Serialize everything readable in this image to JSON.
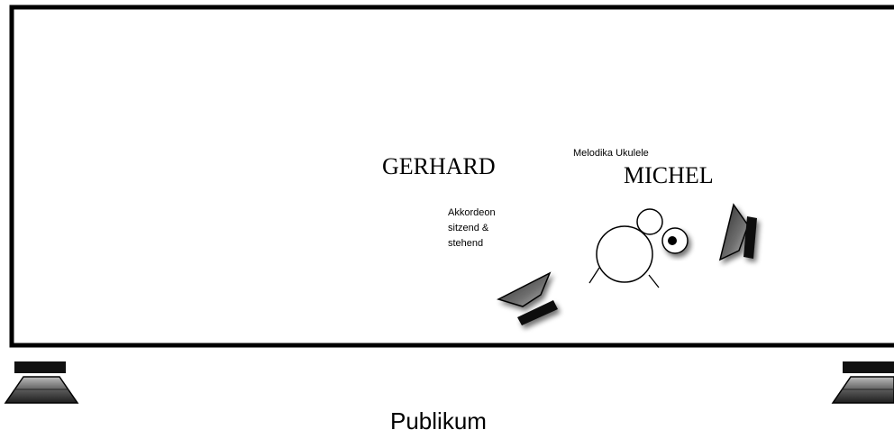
{
  "stage": {
    "performers": [
      {
        "name": "GERHARD",
        "notes": [
          "Akkordeon",
          "sitzend &",
          "stehend"
        ]
      },
      {
        "name": "MICHEL",
        "instruments_label": "Melodika Ukulele"
      }
    ]
  },
  "audience_label": "Publikum",
  "icons": {
    "monitor_left": "stage-monitor-icon",
    "monitor_right": "stage-monitor-icon",
    "drum_kit": "drum-kit-icon",
    "pa_left": "pa-speaker-icon",
    "pa_right": "pa-speaker-icon"
  },
  "colors": {
    "line": "#000000",
    "speaker_dark": "#1a1a1a",
    "speaker_gray": "#8c8c8c",
    "background": "#ffffff"
  }
}
